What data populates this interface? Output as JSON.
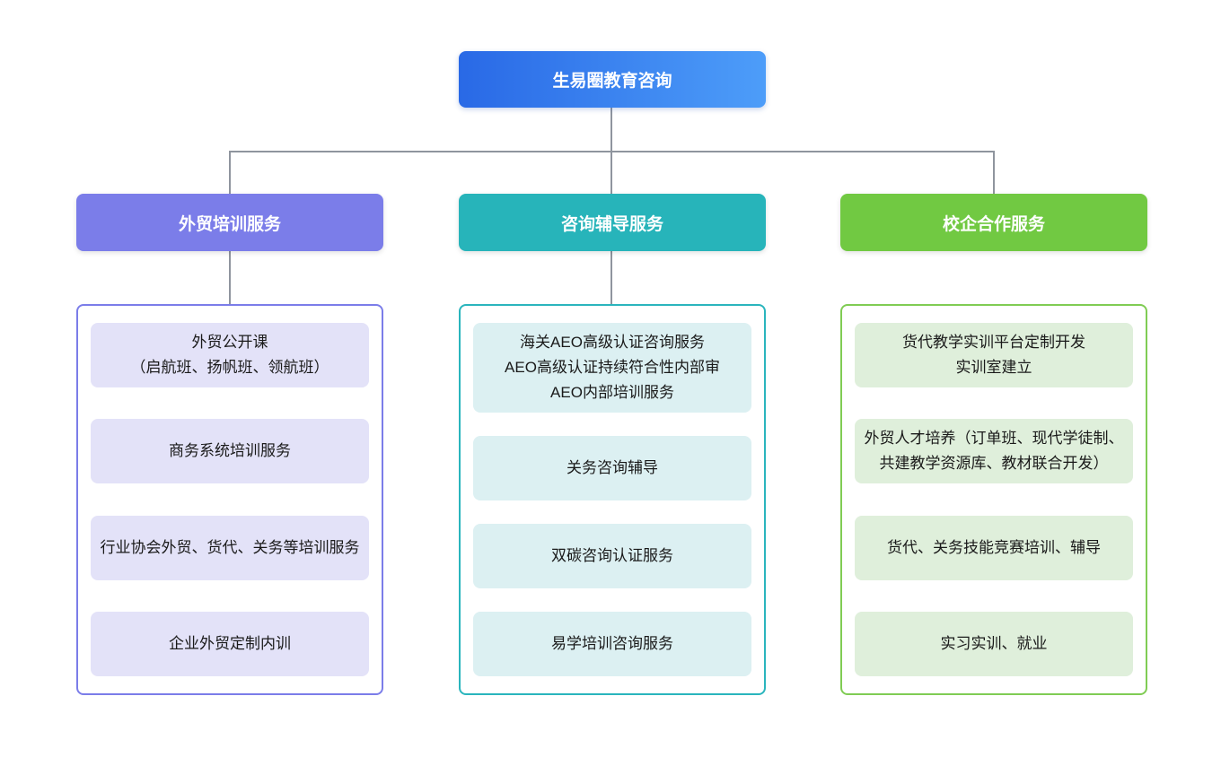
{
  "root": {
    "title": "生易圈教育咨询"
  },
  "colors": {
    "root_gradient_from": "#2969e6",
    "root_gradient_to": "#4d9df9",
    "branch_trade_training": "#7b7de9",
    "branch_trade_training_item_bg": "#e3e2f8",
    "branch_consulting": "#27b4ba",
    "branch_consulting_item_bg": "#dcf0f2",
    "branch_school_enterprise": "#71c942",
    "branch_school_enterprise_item_bg": "#dfefdb",
    "connector": "#8f959e"
  },
  "branches": [
    {
      "label": "外贸培训服务",
      "items": [
        "外贸公开课\n（启航班、扬帆班、领航班）",
        "商务系统培训服务",
        "行业协会外贸、货代、关务等培训服务",
        "企业外贸定制内训"
      ]
    },
    {
      "label": "咨询辅导服务",
      "items": [
        "海关AEO高级认证咨询服务\nAEO高级认证持续符合性内部审\nAEO内部培训服务",
        "关务咨询辅导",
        "双碳咨询认证服务",
        "易学培训咨询服务"
      ]
    },
    {
      "label": "校企合作服务",
      "items": [
        "货代教学实训平台定制开发\n实训室建立",
        "外贸人才培养（订单班、现代学徒制、共建教学资源库、教材联合开发）",
        "货代、关务技能竞赛培训、辅导",
        "实习实训、就业"
      ]
    }
  ]
}
